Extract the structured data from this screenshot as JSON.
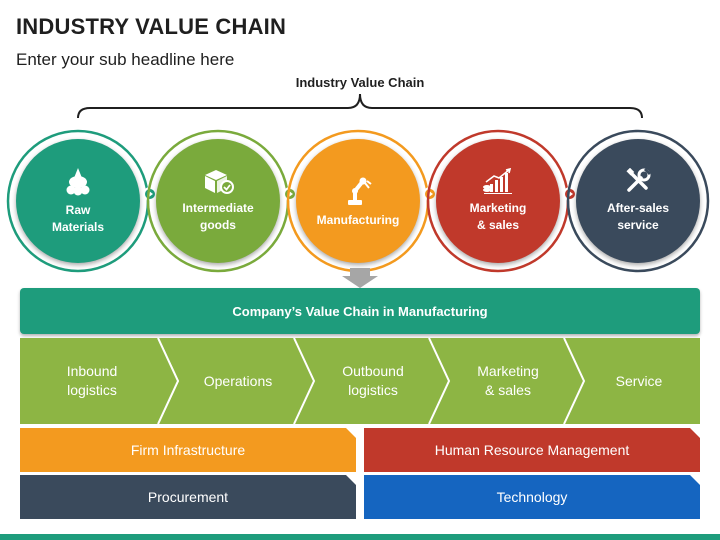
{
  "header": {
    "title": "INDUSTRY VALUE CHAIN",
    "subtitle": "Enter your sub headline here",
    "brace_label": "Industry Value Chain"
  },
  "industry_stages": [
    {
      "label": "Raw\nMaterials",
      "icon": "raw-materials-icon",
      "color": "#1e9c7c",
      "ring": "#1e9c7c"
    },
    {
      "label": "Intermediate\ngoods",
      "icon": "box-check-icon",
      "color": "#7aaa3c",
      "ring": "#7aaa3c"
    },
    {
      "label": "Manufacturing",
      "icon": "robot-arm-icon",
      "color": "#f39a1f",
      "ring": "#f39a1f"
    },
    {
      "label": "Marketing\n& sales",
      "icon": "sales-chart-icon",
      "color": "#c0392b",
      "ring": "#c0392b"
    },
    {
      "label": "After-sales\nservice",
      "icon": "tools-icon",
      "color": "#3a4a5c",
      "ring": "#3a4a5c"
    }
  ],
  "company_chain": {
    "title": "Company’s Value Chain in Manufacturing",
    "primary": [
      {
        "label": "Inbound\nlogistics"
      },
      {
        "label": "Operations"
      },
      {
        "label": "Outbound\nlogistics"
      },
      {
        "label": "Marketing\n& sales"
      },
      {
        "label": "Service"
      }
    ],
    "primary_color": "#8db544",
    "support": [
      {
        "label": "Firm Infrastructure",
        "color": "#f39a1f"
      },
      {
        "label": "Human Resource Management",
        "color": "#c0392b"
      },
      {
        "label": "Procurement",
        "color": "#3a4a5c"
      },
      {
        "label": "Technology",
        "color": "#1565c0"
      }
    ]
  },
  "colors": {
    "accent": "#1e9c7c",
    "arrow": "#a6a6a6"
  }
}
